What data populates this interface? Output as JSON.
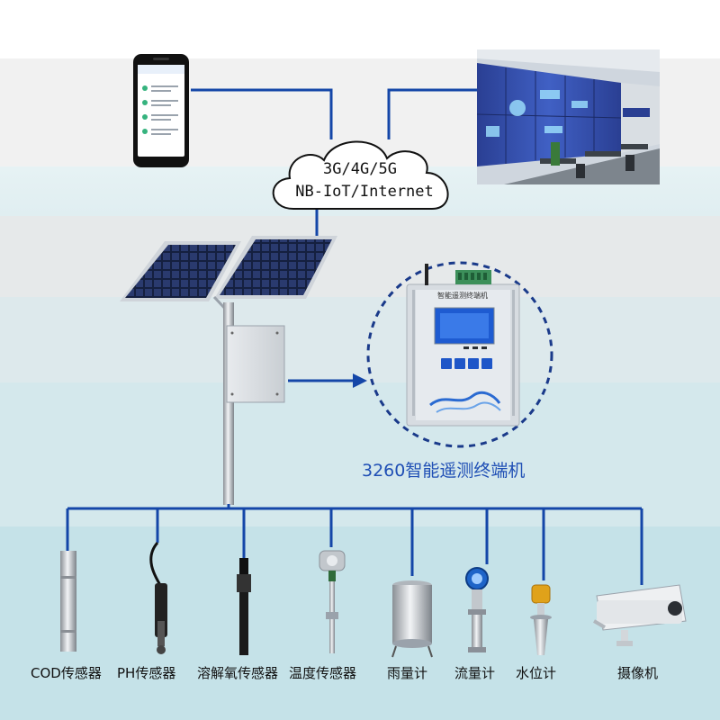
{
  "network": {
    "line1": "3G/4G/5G",
    "line2": "NB-IoT/Internet"
  },
  "device": {
    "caption": "3260智能遥测终端机",
    "panel_title": "智能遥测终端机"
  },
  "sensors": [
    {
      "label": "COD传感器",
      "icon": "cod-probe-icon"
    },
    {
      "label": "PH传感器",
      "icon": "ph-electrode-icon"
    },
    {
      "label": "溶解氧传感器",
      "icon": "do-probe-icon"
    },
    {
      "label": "温度传感器",
      "icon": "temperature-probe-icon"
    },
    {
      "label": "雨量计",
      "icon": "rain-gauge-icon"
    },
    {
      "label": "流量计",
      "icon": "flow-meter-icon"
    },
    {
      "label": "水位计",
      "icon": "radar-level-icon"
    },
    {
      "label": "摄像机",
      "icon": "camera-icon"
    }
  ],
  "colors": {
    "link": "#1446a8",
    "dashed_circle": "#1a3a8a",
    "caption": "#1f4fb5"
  }
}
